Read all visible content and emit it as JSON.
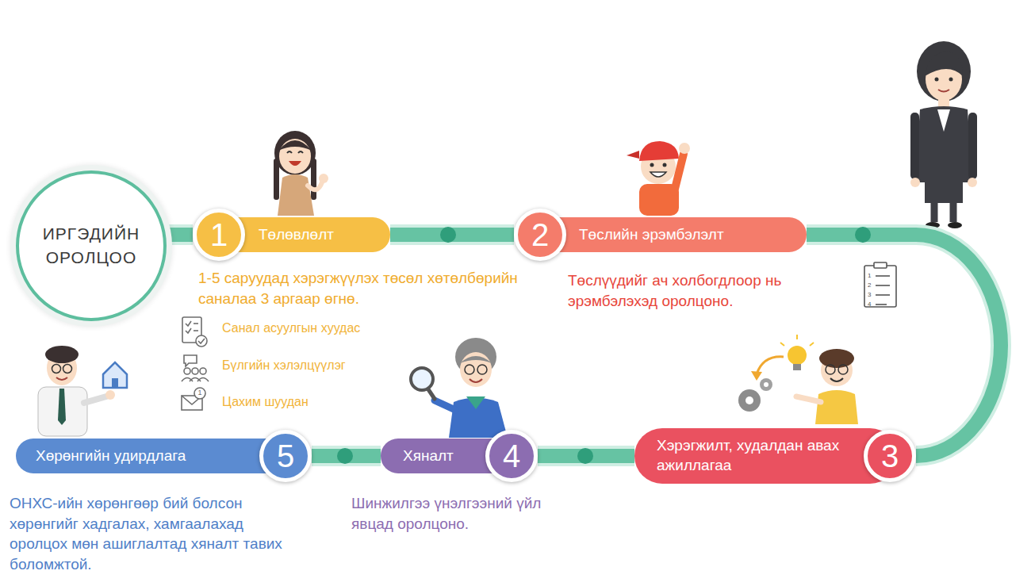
{
  "diagram": {
    "nodes": [
      {
        "text": [
          "ИРГЭДИЙН ОРОЛЦОО"
        ]
      },
      {
        "text": [
          "1"
        ]
      },
      {
        "text": [
          "Төлөвлөлт"
        ]
      },
      {
        "text": [
          "2"
        ]
      },
      {
        "text": [
          "Төслийн эрэмбэлэлт"
        ]
      },
      {
        "text": [
          "3"
        ]
      },
      {
        "text": [
          "Хэрэгжилт, худалдан авах ажиллагаа"
        ]
      },
      {
        "text": [
          "4"
        ]
      },
      {
        "text": [
          "Хяналт"
        ]
      },
      {
        "text": [
          "5"
        ]
      },
      {
        "text": [
          "Хөрөнгийн удирдлага"
        ]
      }
    ],
    "edges": [
      {
        "from": 0,
        "to": 1,
        "arrow": "none"
      },
      {
        "from": 2,
        "to": 3,
        "arrow": "none"
      },
      {
        "from": 4,
        "to": 5,
        "arrow": "none"
      },
      {
        "from": 6,
        "to": 7,
        "arrow": "none"
      },
      {
        "from": 8,
        "to": 9,
        "arrow": "none"
      }
    ],
    "labels": [
      "1-5 саруудад хэрэгжүүлэх төсөл хөтөлбөрийн саналаа 3 аргаар өгнө.",
      "Санал асуулгын хуудас",
      "Бүлгийн хэлэлцүүлэг",
      "Цахим шуудан",
      "1",
      "Төслүүдийг ач холбогдлоор нь эрэмбэлэхэд оролцоно.",
      "1",
      "2",
      "3",
      "4",
      "Шинжилгээ үнэлгээний үйл явцад оролцоно.",
      "ОНХС-ийн хөрөнгөөр бий болсон хөрөнгийг хадгалах, хамгаалахад оролцох мөн ашиглалтад хяналт тавих боломжтой."
    ]
  }
}
